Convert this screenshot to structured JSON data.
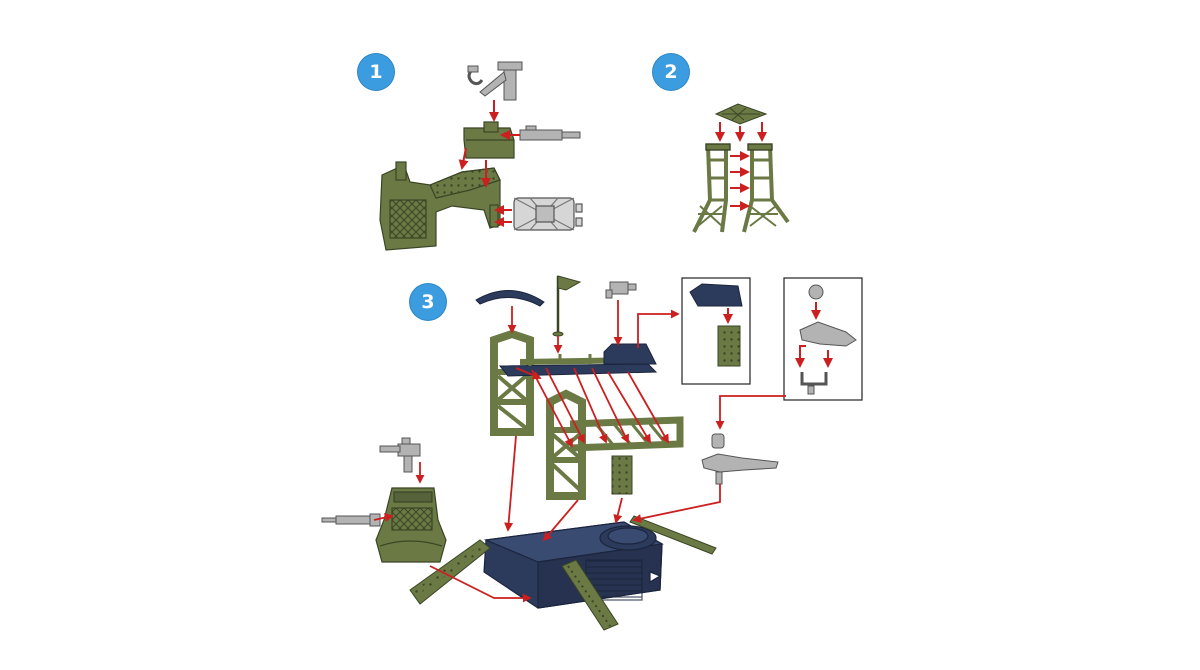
{
  "steps": [
    {
      "number": "1"
    },
    {
      "number": "2"
    },
    {
      "number": "3"
    }
  ],
  "colors": {
    "green": "#6b7a45",
    "green_dark": "#3a4525",
    "navy": "#2c3b5c",
    "navy_dark": "#1b253d",
    "gray": "#b3b3b3",
    "gray_dark": "#555555",
    "arrow": "#cc1f1f",
    "badge": "#3b9de0"
  }
}
